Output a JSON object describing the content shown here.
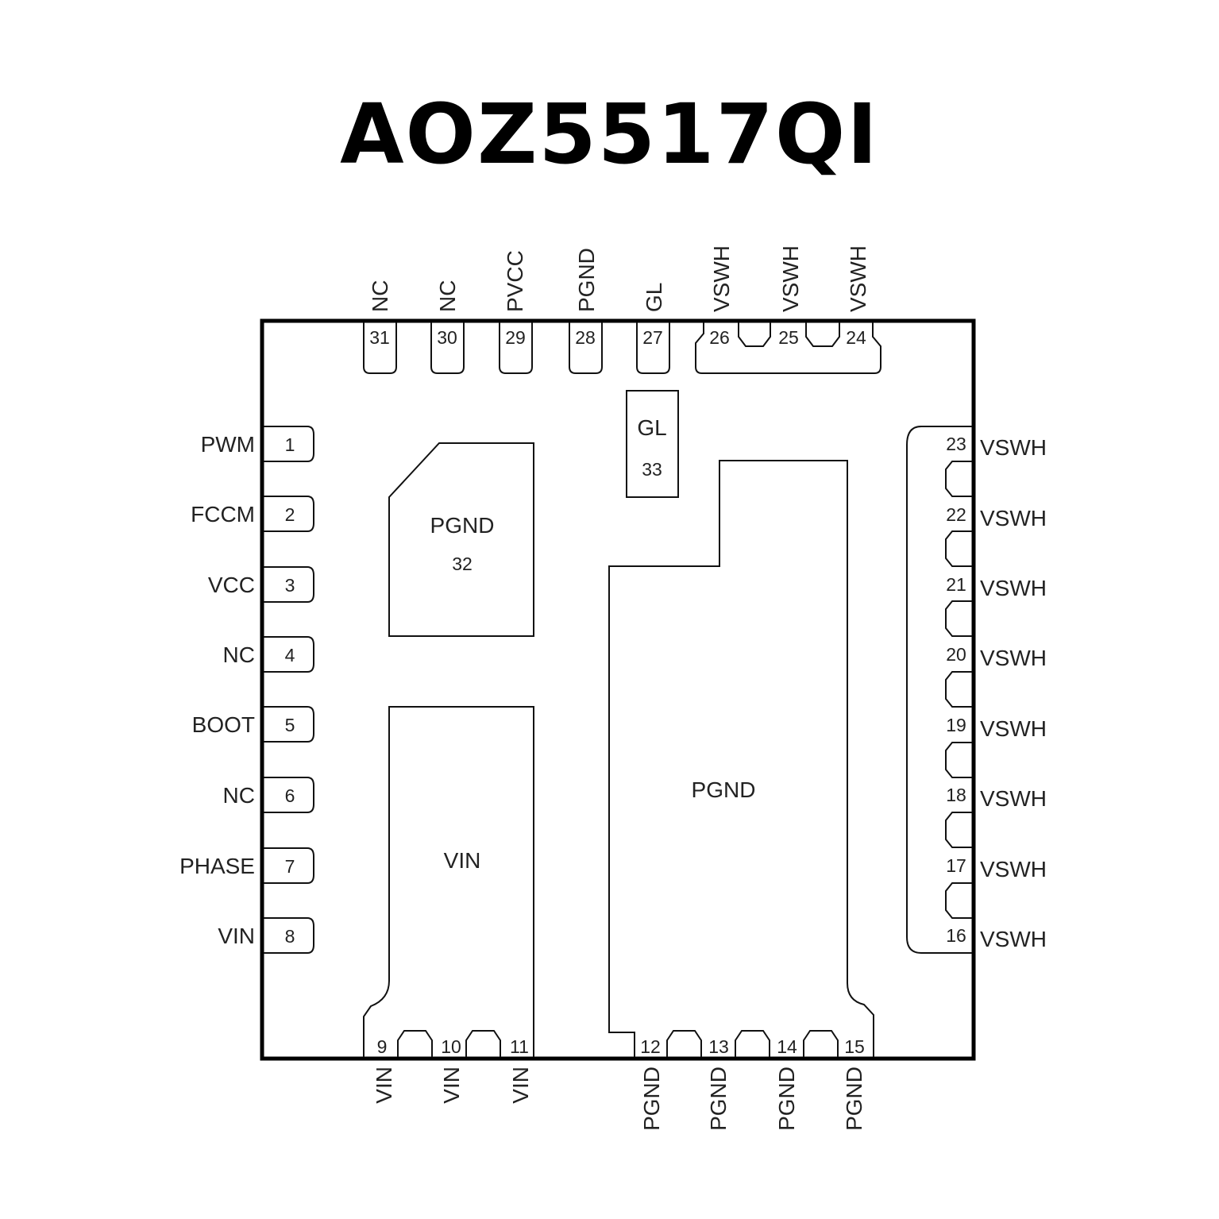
{
  "title": "AOZ5517QI",
  "pins": {
    "left": [
      {
        "num": "1",
        "name": "PWM"
      },
      {
        "num": "2",
        "name": "FCCM"
      },
      {
        "num": "3",
        "name": "VCC"
      },
      {
        "num": "4",
        "name": "NC"
      },
      {
        "num": "5",
        "name": "BOOT"
      },
      {
        "num": "6",
        "name": "NC"
      },
      {
        "num": "7",
        "name": "PHASE"
      },
      {
        "num": "8",
        "name": "VIN"
      }
    ],
    "bottom": [
      {
        "num": "9",
        "name": "VIN"
      },
      {
        "num": "10",
        "name": "VIN"
      },
      {
        "num": "11",
        "name": "VIN"
      },
      {
        "num": "12",
        "name": "PGND"
      },
      {
        "num": "13",
        "name": "PGND"
      },
      {
        "num": "14",
        "name": "PGND"
      },
      {
        "num": "15",
        "name": "PGND"
      }
    ],
    "right": [
      {
        "num": "16",
        "name": "VSWH"
      },
      {
        "num": "17",
        "name": "VSWH"
      },
      {
        "num": "18",
        "name": "VSWH"
      },
      {
        "num": "19",
        "name": "VSWH"
      },
      {
        "num": "20",
        "name": "VSWH"
      },
      {
        "num": "21",
        "name": "VSWH"
      },
      {
        "num": "22",
        "name": "VSWH"
      },
      {
        "num": "23",
        "name": "VSWH"
      }
    ],
    "top": [
      {
        "num": "24",
        "name": "VSWH"
      },
      {
        "num": "25",
        "name": "VSWH"
      },
      {
        "num": "26",
        "name": "VSWH"
      },
      {
        "num": "27",
        "name": "GL"
      },
      {
        "num": "28",
        "name": "PGND"
      },
      {
        "num": "29",
        "name": "PVCC"
      },
      {
        "num": "30",
        "name": "NC"
      },
      {
        "num": "31",
        "name": "NC"
      }
    ]
  },
  "pads": {
    "pgnd32": {
      "name": "PGND",
      "num": "32"
    },
    "gl33": {
      "name": "GL",
      "num": "33"
    },
    "vin": {
      "name": "VIN"
    },
    "pgnd": {
      "name": "PGND"
    }
  }
}
